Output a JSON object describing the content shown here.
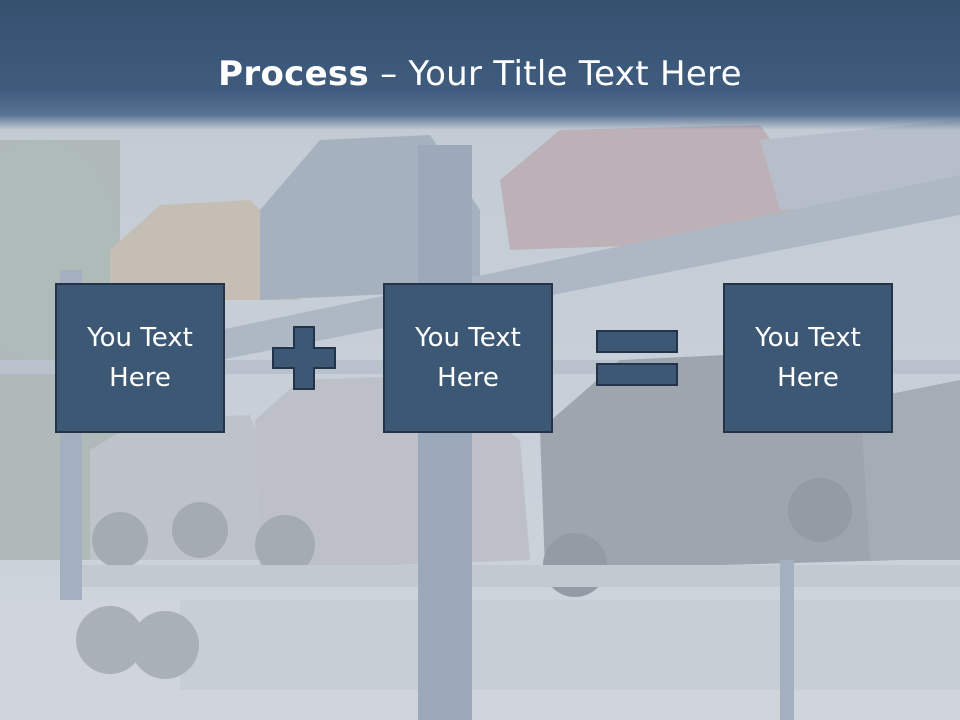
{
  "slide": {
    "title_bold": "Process",
    "title_rest": " – Your Title Text Here",
    "boxes": [
      {
        "text": "You Text\nHere"
      },
      {
        "text": "You Text\nHere"
      },
      {
        "text": "You Text\nHere"
      }
    ],
    "operators": [
      "plus-icon",
      "equals-icon"
    ]
  },
  "colors": {
    "title_bar": "#3f5c7e",
    "box_fill": "#3d5875",
    "box_border": "#23344a",
    "text": "#ffffff"
  }
}
